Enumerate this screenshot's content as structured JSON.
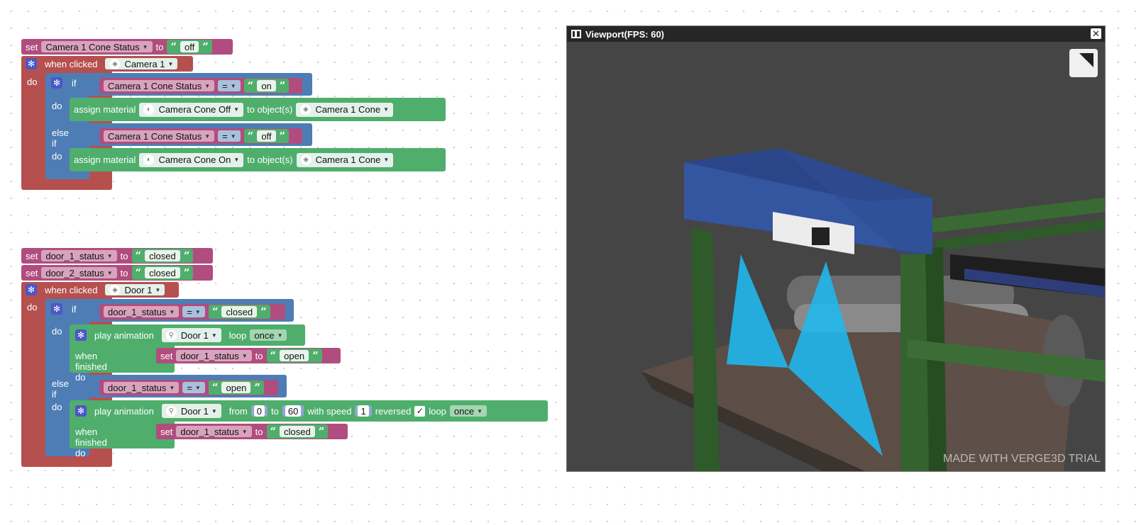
{
  "colors": {
    "event": "#b5504f",
    "variable": "#b04d7e",
    "logic": "#4e7db5",
    "action": "#4fae6c",
    "cone": "#1fb7ec"
  },
  "kw": {
    "set": "set",
    "to": "to",
    "when_clicked": "when clicked",
    "do": "do",
    "if": "if",
    "else_if": "else if",
    "assign_material": "assign material",
    "to_objects": "to object(s)",
    "play_animation": "play animation",
    "loop": "loop",
    "when_finished_do": "when finished do",
    "from": "from",
    "with_speed": "with speed",
    "reversed": "reversed",
    "eq": "=",
    "open_q": "“",
    "close_q": "”",
    "check": "✓"
  },
  "group1": {
    "var": "Camera 1 Cone Status",
    "init": "off",
    "object": "Camera 1",
    "compare_on": "on",
    "compare_off": "off",
    "mat_off": "Camera Cone Off",
    "mat_on": "Camera Cone On",
    "target": "Camera 1 Cone"
  },
  "group2": {
    "var1": "door_1_status",
    "var2": "door_2_status",
    "init1": "closed",
    "init2": "closed",
    "object": "Door 1",
    "compare_closed": "closed",
    "compare_open": "open",
    "anim": "Door 1",
    "loop_mode": "once",
    "set_open": "open",
    "set_closed": "closed",
    "from_val": "0",
    "to_val": "60",
    "speed": "1"
  },
  "viewport": {
    "title": "Viewport(FPS: 60)",
    "close": "✕",
    "watermark": "MADE WITH VERGE3D TRIAL"
  },
  "icons": [
    "gear-icon",
    "cube-icon",
    "sphere-icon",
    "walker-icon",
    "split-icon",
    "close-icon",
    "fullscreen-icon"
  ]
}
